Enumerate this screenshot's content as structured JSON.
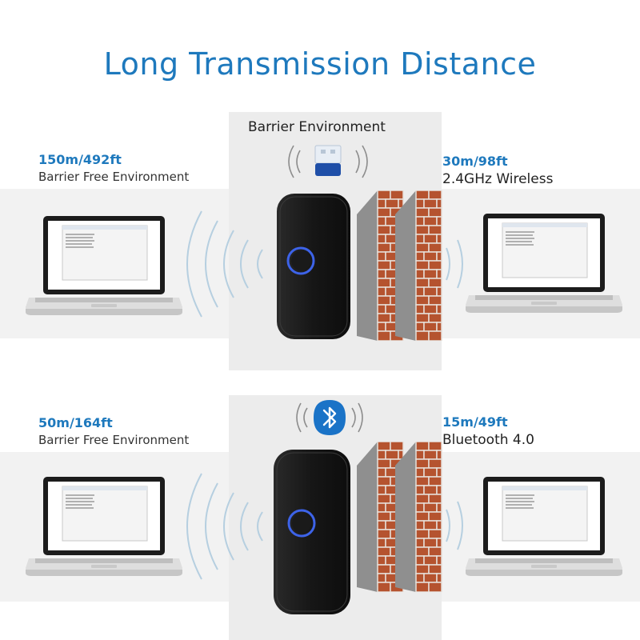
{
  "title": "Long Transmission Distance",
  "barrier_label": "Barrier Environment",
  "sections": [
    {
      "connection": "2.4GHz Wireless",
      "icon": "usb-dongle-icon",
      "left_distance": "150m/492ft",
      "left_env": "Barrier Free Environment",
      "right_distance": "30m/98ft",
      "right_env": "2.4GHz Wireless"
    },
    {
      "connection": "Bluetooth",
      "icon": "bluetooth-icon",
      "left_distance": "50m/164ft",
      "left_env": "Barrier Free Environment",
      "right_distance": "15m/49ft",
      "right_env": "Bluetooth   4.0"
    }
  ],
  "colors": {
    "accent": "#1e79bd",
    "device": "#1b1b1b",
    "led": "#3d63e8",
    "brick": "#b5532f",
    "bluetooth": "#1a73c7"
  }
}
